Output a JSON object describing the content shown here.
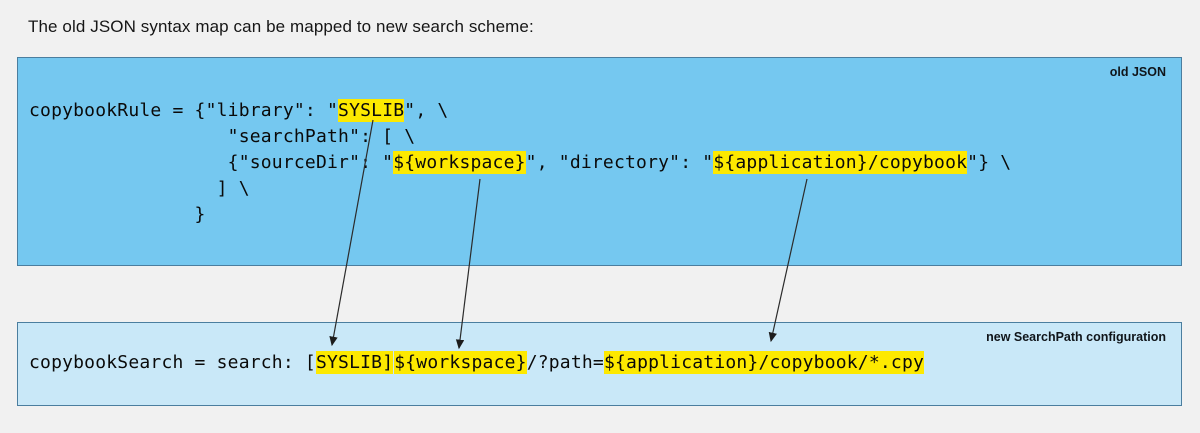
{
  "page": {
    "title": "The old JSON syntax map can be mapped to new search scheme:"
  },
  "old_json_box": {
    "label": "old JSON",
    "code_lines": [
      [
        {
          "t": "copybookRule = {\"library\": \""
        },
        {
          "t": "SYSLIB",
          "h": true
        },
        {
          "t": "\", \\"
        }
      ],
      [
        {
          "t": "                  \"searchPath\": [ \\"
        }
      ],
      [
        {
          "t": "                  {\"sourceDir\": \""
        },
        {
          "t": "${workspace}",
          "h": true
        },
        {
          "t": "\", \"directory\": \""
        },
        {
          "t": "${application}/copybook",
          "h": true
        },
        {
          "t": "\"} \\"
        }
      ],
      [
        {
          "t": "                 ] \\"
        }
      ],
      [
        {
          "t": "               }"
        }
      ]
    ]
  },
  "new_search_box": {
    "label": "new SearchPath configuration",
    "code_lines": [
      [
        {
          "t": "copybookSearch = search: ["
        },
        {
          "t": "SYSLIB]",
          "h": true
        },
        {
          "t": "${workspace}",
          "h": true
        },
        {
          "t": "/?path="
        },
        {
          "t": "${application}/copybook/*.cpy",
          "h": true
        }
      ]
    ]
  },
  "colors": {
    "old_box_bg": "#75c8f0",
    "new_box_bg": "#c9e8f8",
    "box_border": "#4b7e9f",
    "highlight": "#fde900",
    "page_bg": "#f1f1f1"
  }
}
